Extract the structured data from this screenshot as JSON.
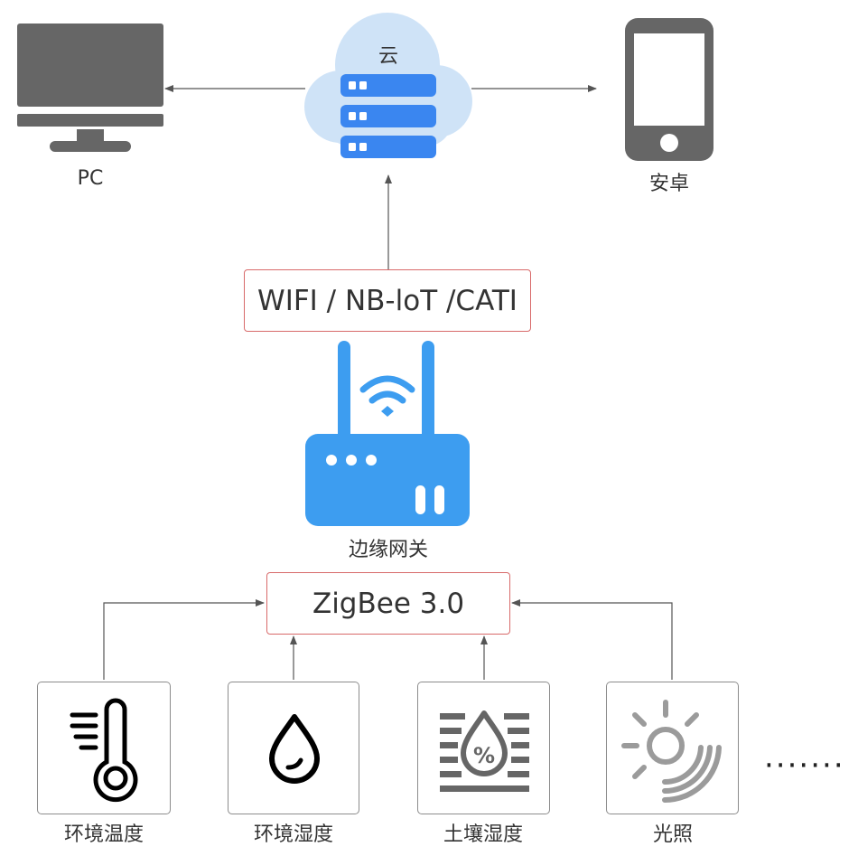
{
  "top": {
    "cloud": {
      "label": "云",
      "icon": "cloud-server-icon"
    },
    "pc": {
      "label": "PC",
      "icon": "monitor-icon"
    },
    "android": {
      "label": "安卓",
      "icon": "smartphone-icon"
    }
  },
  "network_protocol": {
    "label": "WIFI / NB-loT /CATI"
  },
  "gateway": {
    "label": "边缘网关",
    "icon": "router-icon"
  },
  "field_protocol": {
    "label": "ZigBee 3.0"
  },
  "sensors": [
    {
      "label": "环境温度",
      "icon": "thermometer-icon"
    },
    {
      "label": "环境湿度",
      "icon": "water-drop-icon"
    },
    {
      "label": "土壤湿度",
      "icon": "soil-moisture-icon"
    },
    {
      "label": "光照",
      "icon": "sun-icon"
    }
  ],
  "more": {
    "label": "·······"
  },
  "colors": {
    "device_gray": "#666666",
    "cloud_fill": "#cfe3f7",
    "server_blue": "#3a86f0",
    "router_blue": "#3d9df0",
    "protocol_border": "#d86a6a",
    "sensor_border": "#8c8c8c",
    "connector": "#555555"
  }
}
